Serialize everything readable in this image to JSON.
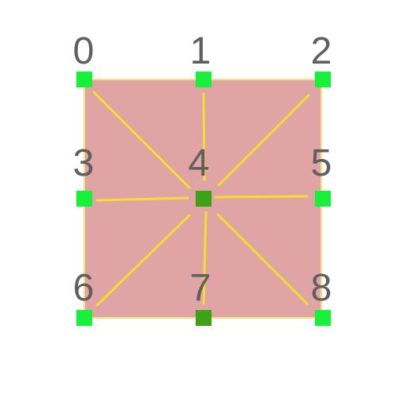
{
  "colors": {
    "fill": "#e0a4a4",
    "outline": "#f5e47a",
    "spoke": "#f2df2f",
    "point": "#19f03c",
    "center_point": "#3ea218",
    "label": "#5f5f5f"
  },
  "points": [
    {
      "id": "0",
      "label": "0"
    },
    {
      "id": "1",
      "label": "1"
    },
    {
      "id": "2",
      "label": "2"
    },
    {
      "id": "3",
      "label": "3"
    },
    {
      "id": "4",
      "label": "4"
    },
    {
      "id": "5",
      "label": "5"
    },
    {
      "id": "6",
      "label": "6"
    },
    {
      "id": "7",
      "label": "7"
    },
    {
      "id": "8",
      "label": "8"
    }
  ]
}
